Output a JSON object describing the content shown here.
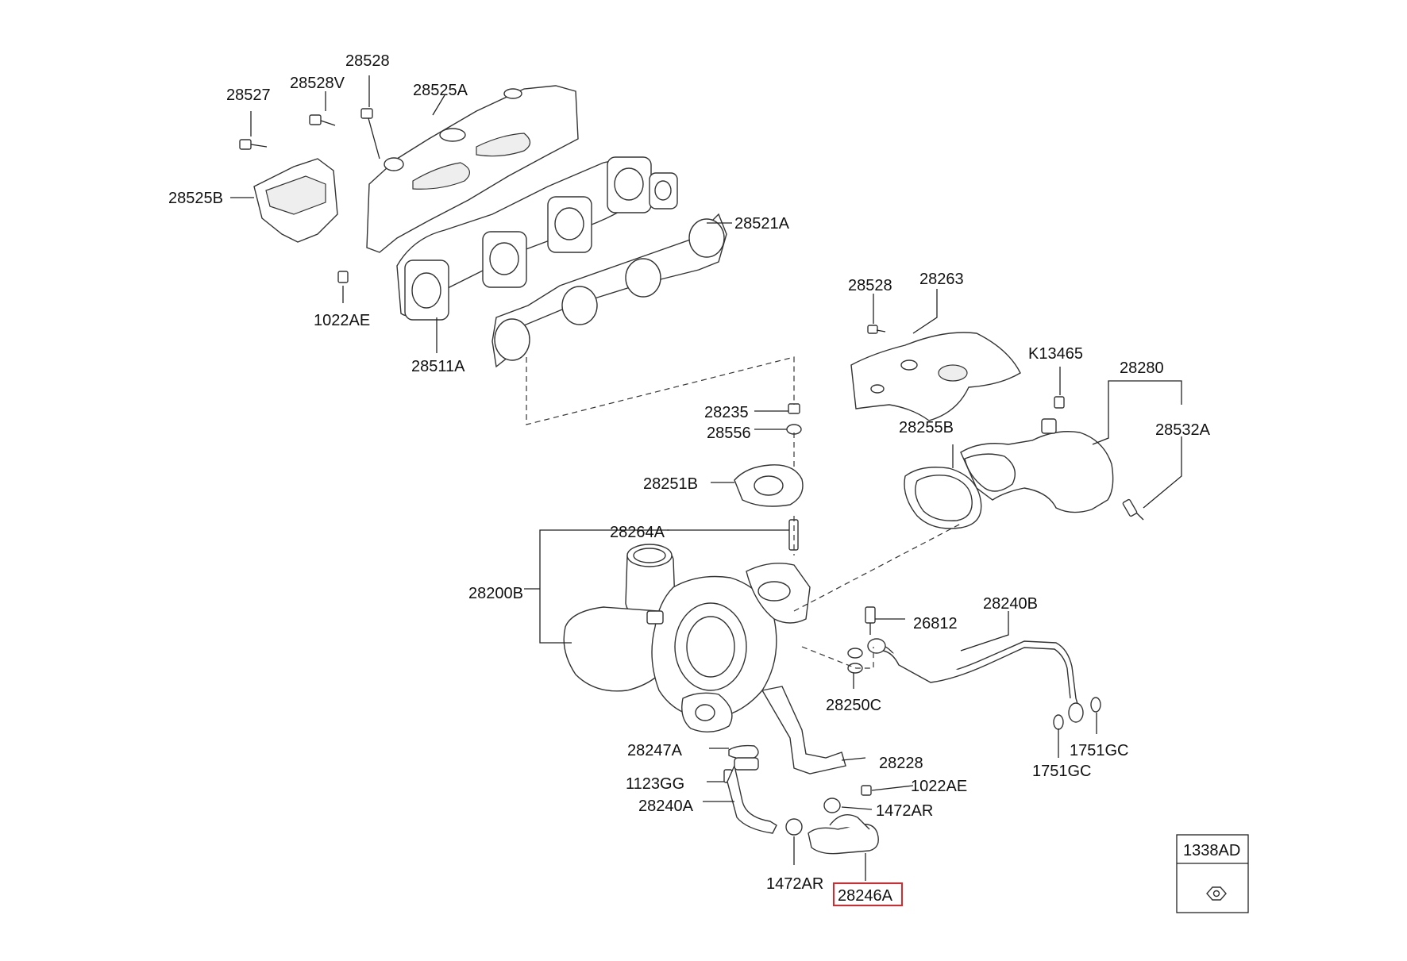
{
  "diagram": {
    "labels": {
      "p28527": "28527",
      "p28528V": "28528V",
      "p28528_top": "28528",
      "p28525A": "28525A",
      "p28525B": "28525B",
      "p28521A": "28521A",
      "p1022AE_top": "1022AE",
      "p28511A": "28511A",
      "p28528_mid": "28528",
      "p28263": "28263",
      "pK13465": "K13465",
      "p28280": "28280",
      "p28532A": "28532A",
      "p28255B": "28255B",
      "p28235": "28235",
      "p28556": "28556",
      "p28251B": "28251B",
      "p28264A": "28264A",
      "p28200B": "28200B",
      "p28240B": "28240B",
      "p26812": "26812",
      "p28250C": "28250C",
      "p1751GC_r": "1751GC",
      "p1751GC_l": "1751GC",
      "p28247A": "28247A",
      "p28228": "28228",
      "p1123GG": "1123GG",
      "p1022AE_bot": "1022AE",
      "p28240A": "28240A",
      "p1472AR_r": "1472AR",
      "p1472AR_l": "1472AR",
      "p28246A": "28246A",
      "p1338AD": "1338AD"
    },
    "highlighted_part": "28246A",
    "highlight_color": "#e0262b"
  }
}
